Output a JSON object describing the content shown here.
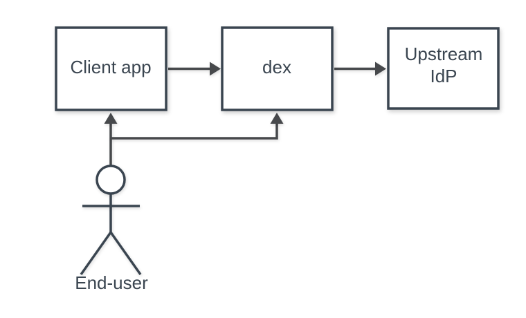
{
  "diagram": {
    "nodes": {
      "client_app": {
        "label": "Client app"
      },
      "dex": {
        "label": "dex"
      },
      "upstream_idp": {
        "label": "Upstream IdP",
        "lines": [
          "Upstream",
          "IdP"
        ]
      },
      "end_user": {
        "label": "End-user",
        "shape": "uml-actor-icon"
      }
    },
    "edges": [
      {
        "from": "Client app",
        "to": "dex",
        "style": "arrow"
      },
      {
        "from": "dex",
        "to": "Upstream IdP",
        "style": "arrow"
      },
      {
        "from": "End-user",
        "to": "Client app",
        "style": "arrow"
      },
      {
        "from": "End-user",
        "to": "dex",
        "style": "arrow"
      }
    ],
    "colors": {
      "node_stroke": "#3a4550",
      "node_fill": "#ffffff",
      "edge_stroke": "#47494c",
      "text": "#3a4550",
      "background": "#ffffff"
    }
  }
}
